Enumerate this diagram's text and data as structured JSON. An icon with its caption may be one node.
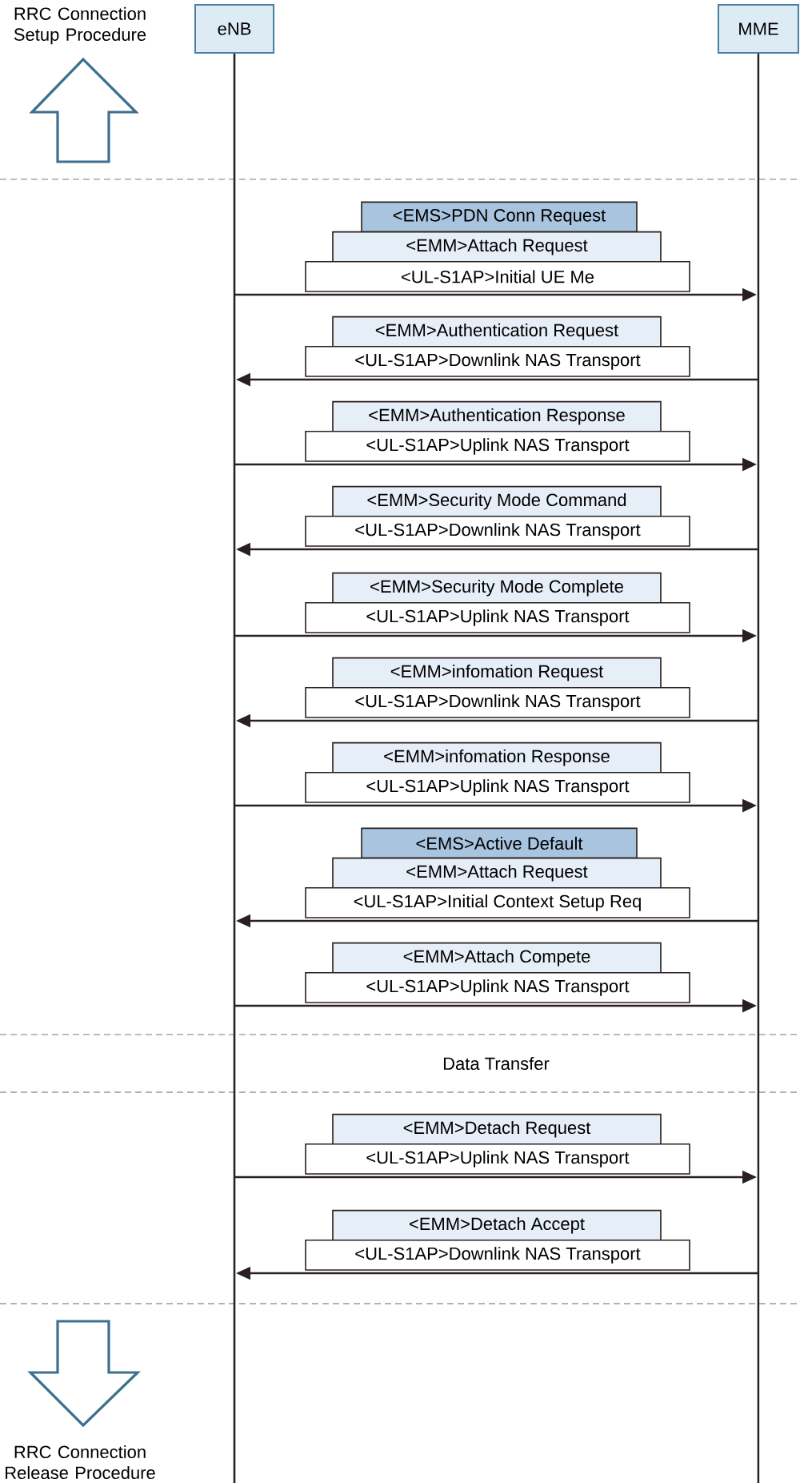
{
  "diagram": {
    "nodes": [
      {
        "text": [
          "eNB"
        ]
      },
      {
        "text": [
          "MME"
        ]
      },
      {
        "text": [
          "<EMS>PDN Conn Request"
        ]
      },
      {
        "text": [
          "<EMM>Attach Request"
        ]
      },
      {
        "text": [
          "<UL-S1AP>Initial UE Me"
        ]
      },
      {
        "text": [
          "<EMM>Authentication Request"
        ]
      },
      {
        "text": [
          "<UL-S1AP>Downlink NAS Transport"
        ]
      },
      {
        "text": [
          "<EMM>Authentication Response"
        ]
      },
      {
        "text": [
          "<UL-S1AP>Uplink NAS Transport"
        ]
      },
      {
        "text": [
          "<EMM>Security Mode Command"
        ]
      },
      {
        "text": [
          "<UL-S1AP>Downlink NAS Transport"
        ]
      },
      {
        "text": [
          "<EMM>Security Mode Complete"
        ]
      },
      {
        "text": [
          "<UL-S1AP>Uplink NAS Transport"
        ]
      },
      {
        "text": [
          "<EMM>infomation Request"
        ]
      },
      {
        "text": [
          "<UL-S1AP>Downlink NAS Transport"
        ]
      },
      {
        "text": [
          "<EMM>infomation Response"
        ]
      },
      {
        "text": [
          "<UL-S1AP>Uplink NAS Transport"
        ]
      },
      {
        "text": [
          "<EMS>Active Default"
        ]
      },
      {
        "text": [
          "<EMM>Attach Request"
        ]
      },
      {
        "text": [
          "<UL-S1AP>Initial Context Setup Req"
        ]
      },
      {
        "text": [
          "<EMM>Attach Compete"
        ]
      },
      {
        "text": [
          "<UL-S1AP>Uplink NAS Transport"
        ]
      },
      {
        "text": [
          "<EMM>Detach Request"
        ]
      },
      {
        "text": [
          "<UL-S1AP>Uplink NAS Transport"
        ]
      },
      {
        "text": [
          "<EMM>Detach Accept"
        ]
      },
      {
        "text": [
          "<UL-S1AP>Downlink NAS Transport"
        ]
      }
    ],
    "edges": [
      {
        "from": 0,
        "to": 1,
        "arrow": "to"
      },
      {
        "from": 1,
        "to": 0,
        "arrow": "to"
      },
      {
        "from": 0,
        "to": 1,
        "arrow": "to"
      },
      {
        "from": 1,
        "to": 0,
        "arrow": "to"
      },
      {
        "from": 0,
        "to": 1,
        "arrow": "to"
      },
      {
        "from": 1,
        "to": 0,
        "arrow": "to"
      },
      {
        "from": 0,
        "to": 1,
        "arrow": "to"
      },
      {
        "from": 1,
        "to": 0,
        "arrow": "to"
      },
      {
        "from": 0,
        "to": 1,
        "arrow": "to"
      },
      {
        "from": 0,
        "to": 1,
        "arrow": "to"
      },
      {
        "from": 1,
        "to": 0,
        "arrow": "to"
      }
    ],
    "labels": [
      "RRC Connection Setup Procedure",
      "Data Transfer",
      "RRC Connection Release Procedure"
    ]
  }
}
